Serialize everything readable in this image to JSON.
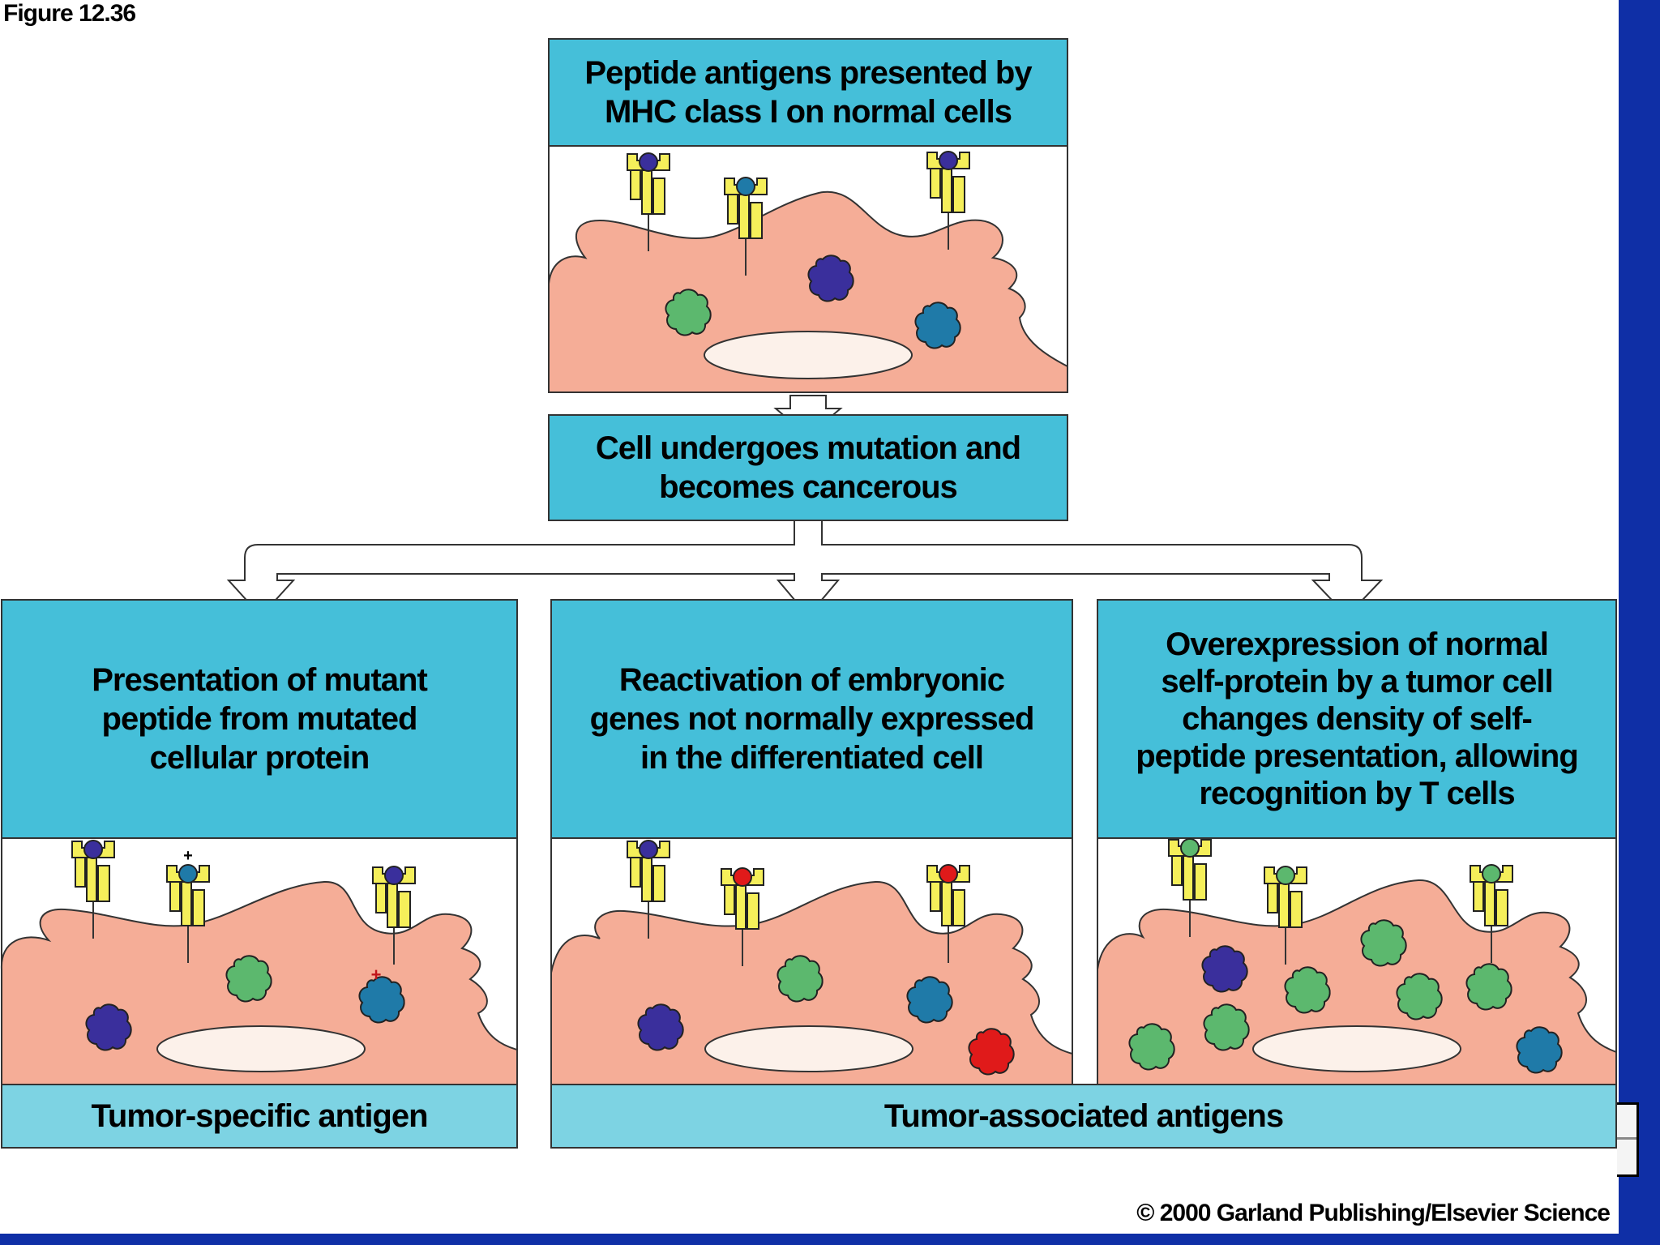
{
  "figure_label": "Figure 12.36",
  "copyright": "© 2000 Garland Publishing/Elsevier Science",
  "top_box": {
    "text": "Peptide antigens presented by\nMHC class I on normal cells"
  },
  "middle_box": {
    "text": "Cell undergoes mutation and\nbecomes cancerous"
  },
  "panels": [
    {
      "text": "Presentation of mutant\npeptide from mutated\ncellular protein"
    },
    {
      "text": "Reactivation of embryonic\ngenes not normally expressed\nin the differentiated cell"
    },
    {
      "text": "Overexpression of normal\nself-protein by a tumor cell\nchanges density of self-\npeptide presentation, allowing\nrecognition by T cells"
    }
  ],
  "labels": {
    "tumor_specific": "Tumor-specific antigen",
    "tumor_associated": "Tumor-associated antigens"
  },
  "colors": {
    "box_fill": "#45bfd9",
    "label_fill": "#7dd3e3",
    "cell_fill": "#f5ad97",
    "nucleus_fill": "#fcf1ea",
    "mhc_fill": "#f5ef5a",
    "peptide_purple": "#3a2f9c",
    "peptide_teal": "#1f7aa8",
    "peptide_green": "#5cb86e",
    "peptide_red": "#e01a1a",
    "slide_blue": "#0f2fa6"
  }
}
